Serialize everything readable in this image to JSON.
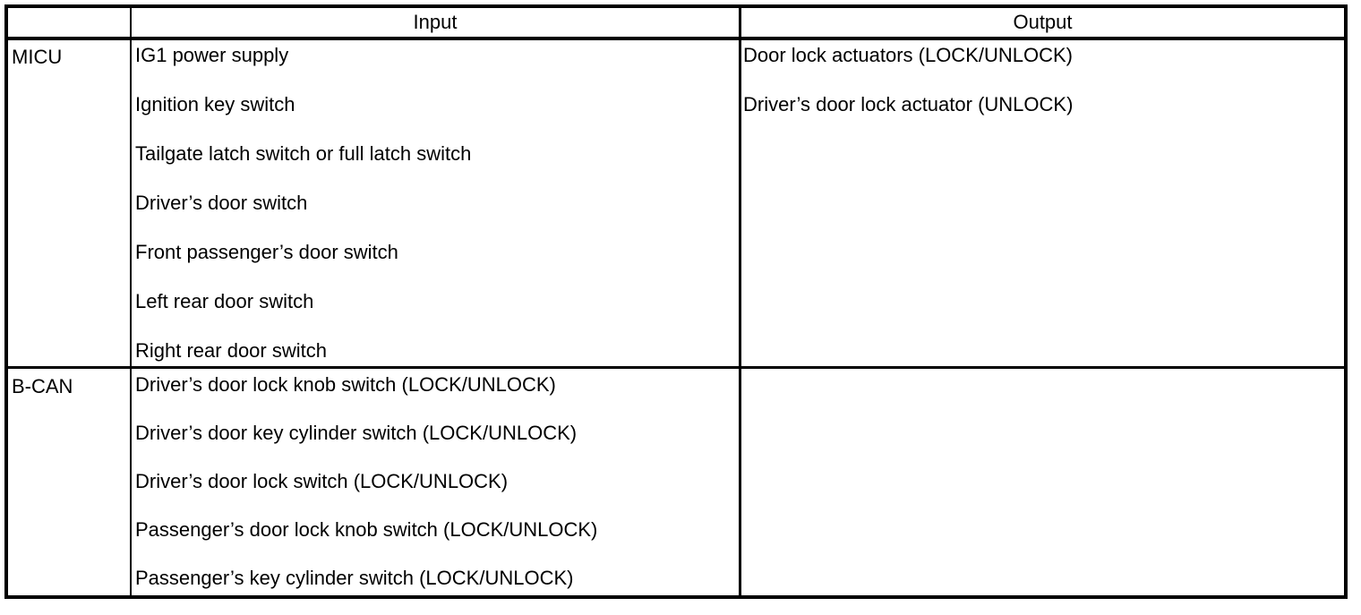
{
  "table": {
    "headers": {
      "unit": "",
      "input": "Input",
      "output": "Output"
    },
    "sections": [
      {
        "unit": "MICU",
        "inputs": [
          "IG1 power supply",
          "Ignition key switch",
          "Tailgate latch switch or full latch switch",
          "Driver’s door switch",
          "Front passenger’s door switch",
          "Left rear door switch",
          "Right rear door switch"
        ],
        "outputs": [
          "Door lock actuators (LOCK/UNLOCK)",
          "Driver’s door lock actuator (UNLOCK)"
        ]
      },
      {
        "unit": "B-CAN",
        "inputs": [
          "Driver’s door lock knob switch (LOCK/UNLOCK)",
          "Driver’s door key cylinder switch (LOCK/UNLOCK)",
          "Driver’s door lock switch (LOCK/UNLOCK)",
          "Passenger’s door lock knob switch (LOCK/UNLOCK)",
          "Passenger’s key cylinder switch (LOCK/UNLOCK)"
        ],
        "outputs": []
      }
    ]
  },
  "colors": {
    "border": "#000000",
    "text": "#000000",
    "background": "#ffffff"
  }
}
